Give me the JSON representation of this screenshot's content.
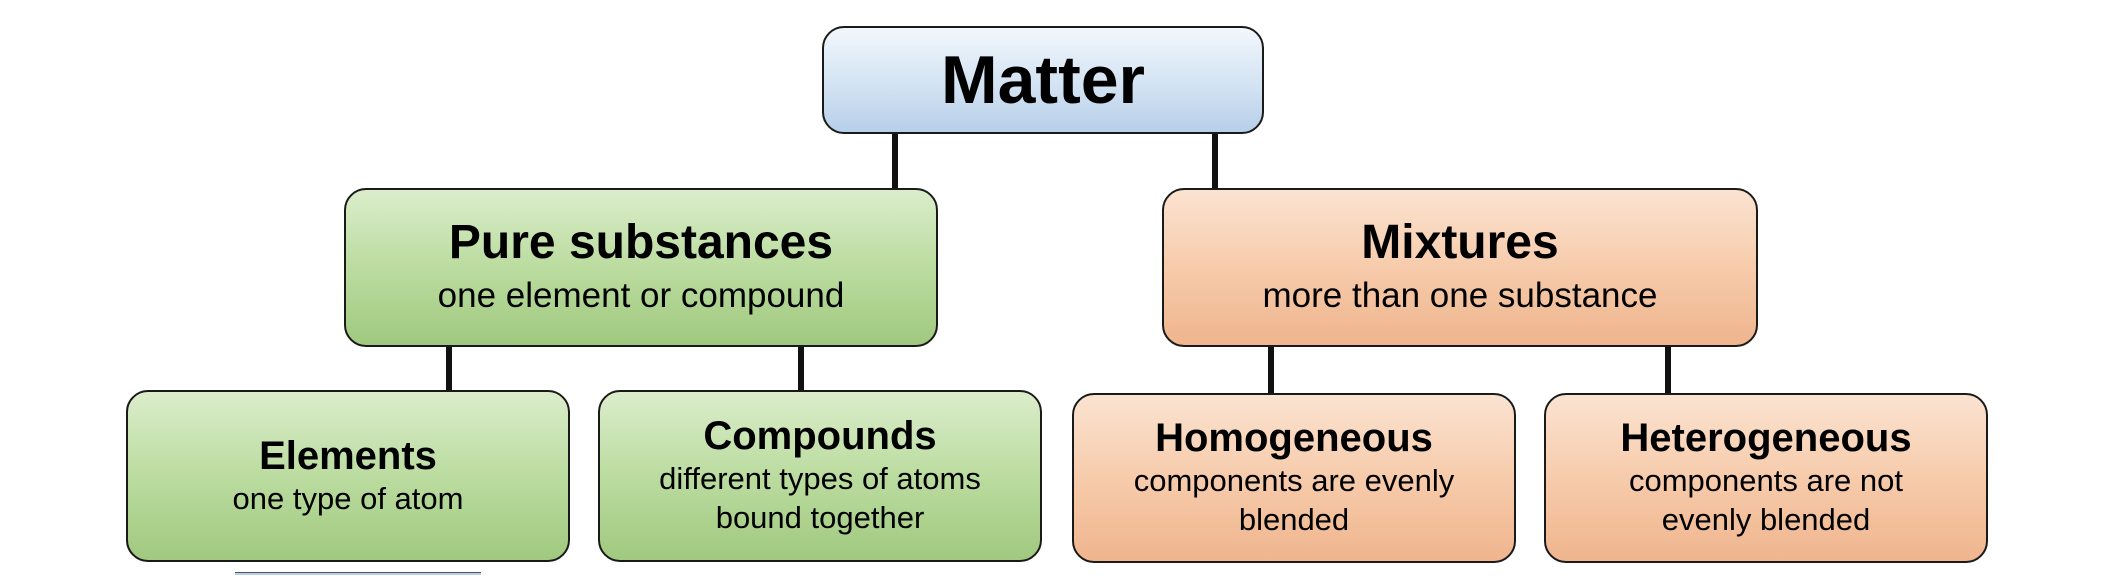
{
  "diagram": {
    "root": {
      "title": "Matter"
    },
    "pure": {
      "title": "Pure substances",
      "desc": "one element or compound"
    },
    "mixtures": {
      "title": "Mixtures",
      "desc": "more than one substance"
    },
    "elements": {
      "title": "Elements",
      "desc": "one type of atom"
    },
    "compounds": {
      "title": "Compounds",
      "desc": "different types of atoms bound together"
    },
    "homogeneous": {
      "title": "Homogeneous",
      "desc": "components are evenly blended"
    },
    "heterogeneous": {
      "title": "Heterogeneous",
      "desc": "components are not evenly blended"
    },
    "colors": {
      "root": "#d3e3f3",
      "pure": "#bbdca0",
      "mixture": "#f6c9a8"
    }
  }
}
